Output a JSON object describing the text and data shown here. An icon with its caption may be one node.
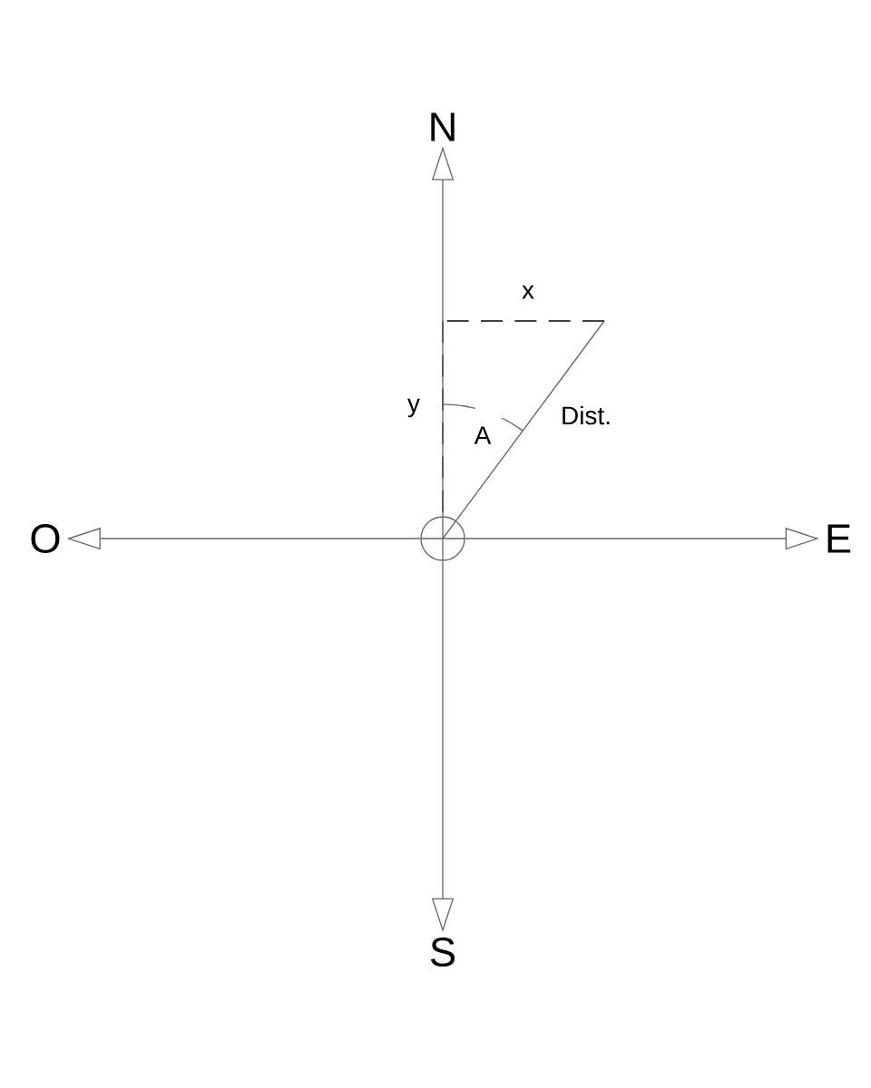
{
  "diagram": {
    "nodes": [
      {
        "text": [
          "N"
        ]
      },
      {
        "text": [
          "O"
        ]
      },
      {
        "text": [],
        "shape": "circle"
      },
      {
        "text": [
          "E"
        ]
      },
      {
        "text": [
          "S"
        ]
      }
    ],
    "edges": [
      {
        "from": 2,
        "to": 0,
        "arrow": "to"
      },
      {
        "from": 2,
        "to": 1,
        "arrow": "to"
      },
      {
        "from": 2,
        "to": 3,
        "arrow": "to"
      },
      {
        "from": 2,
        "to": 4,
        "arrow": "to"
      }
    ],
    "labels": [
      "x",
      "y",
      "A",
      "Dist."
    ]
  }
}
